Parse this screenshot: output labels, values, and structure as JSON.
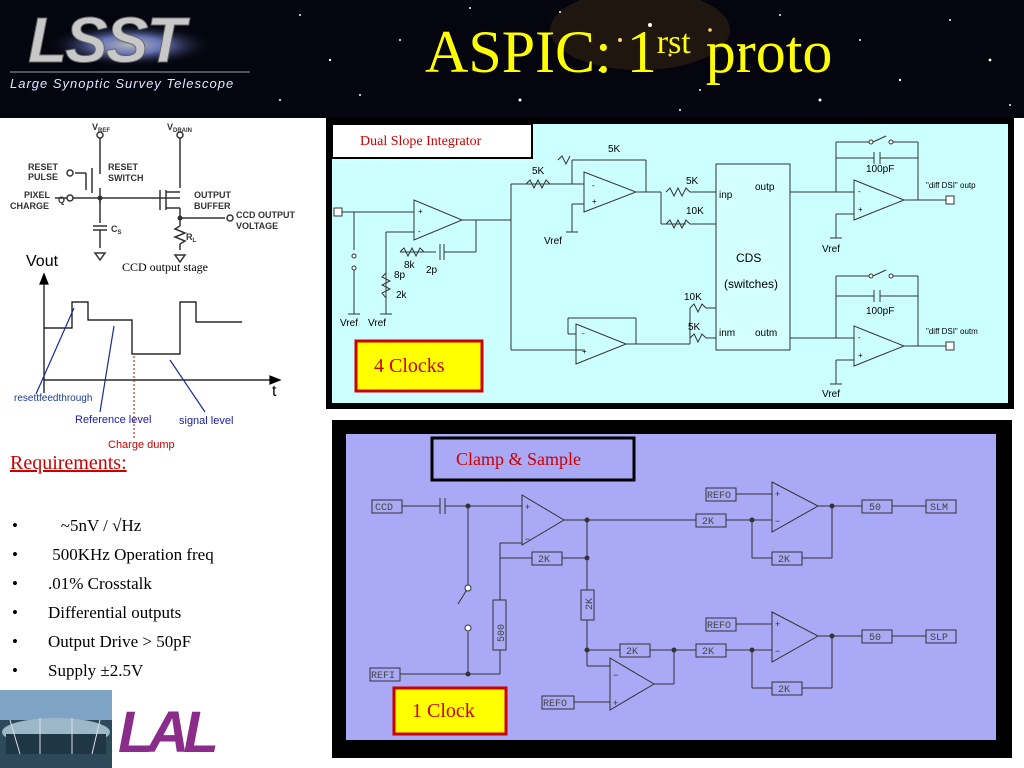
{
  "header": {
    "logo_letters": "LSST",
    "logo_caption": "Large Synoptic Survey Telescope",
    "title_main": "ASPIC: 1",
    "title_sup": "rst",
    "title_tail": " proto"
  },
  "ccd_stage": {
    "vref": "V",
    "vref_sub": "REF",
    "vdrain": "V",
    "vdrain_sub": "DRAIN",
    "reset_pulse_1": "RESET",
    "reset_pulse_2": "PULSE",
    "reset_switch_1": "RESET",
    "reset_switch_2": "SWITCH",
    "pixel_charge_1": "PIXEL",
    "pixel_charge_2": "CHARGE",
    "q": "Q",
    "output_buffer_1": "OUTPUT",
    "output_buffer_2": "BUFFER",
    "ccd_output_1": "CCD OUTPUT",
    "ccd_output_2": "VOLTAGE",
    "cs": "C",
    "cs_sub": "S",
    "rl": "R",
    "rl_sub": "L",
    "caption": "CCD output stage"
  },
  "waveform": {
    "vout": "Vout",
    "t": "t",
    "reset_feedthrough": "resettfeedthrough",
    "reference_level": "Reference level",
    "signal_level": "signal level",
    "charge_dump": "Charge dump"
  },
  "requirements": {
    "heading": "Requirements:",
    "items": [
      {
        "bullet": "•",
        "text": "   ~5nV / √Hz"
      },
      {
        "bullet": "•",
        "text": " 500KHz Operation freq"
      },
      {
        "bullet": "•",
        "text": ".01% Crosstalk"
      },
      {
        "bullet": "•",
        "text": "Differential outputs"
      },
      {
        "bullet": "•",
        "text": "Output Drive > 50pF"
      },
      {
        "bullet": "•",
        "text": "Supply  ±2.5V"
      }
    ]
  },
  "dsi": {
    "title": "Dual Slope Integrator",
    "clocks": "4 Clocks",
    "r5k_a": "5K",
    "r5k_b": "5K",
    "r5k_c": "5K",
    "r5k_d": "5K",
    "r10k_a": "10K",
    "r10k_b": "10K",
    "r8k": "8k",
    "c8p": "8p",
    "r2k": "2k",
    "c2p": "2p",
    "vref_a": "Vref",
    "vref_b": "Vref",
    "vref_c": "Vref",
    "vref_d": "Vref",
    "vref_e": "Vref",
    "cds": "CDS",
    "switches": "(switches)",
    "inp": "inp",
    "outp": "outp",
    "inm": "inm",
    "outm": "outm",
    "c100p_a": "100pF",
    "c100p_b": "100pF",
    "out_p": "\"diff DSI\" outp",
    "out_m": "\"diff DSI\" outm"
  },
  "clamp": {
    "title": "Clamp & Sample",
    "clocks": "1 Clock",
    "ccd": "CCD",
    "refi": "REFI",
    "refo_a": "REFO",
    "refo_b": "REFO",
    "refo_c": "REFO",
    "r2k_a": "2K",
    "r2k_b": "2K",
    "r2k_c": "2K",
    "r2k_d": "2K",
    "r2k_e": "2K",
    "r2k_f": "2K",
    "r2k_g": "2K",
    "r500": "500",
    "r50_a": "50",
    "r50_b": "50",
    "slm": "SLM",
    "slp": "SLP"
  },
  "logos": {
    "lal": "LAL"
  },
  "colors": {
    "title": "#ffff00",
    "dsi_bg": "#ccffff",
    "clamp_bg": "#a9a9f5",
    "clock_box": "#ffff00",
    "clock_text": "#cc0000"
  }
}
